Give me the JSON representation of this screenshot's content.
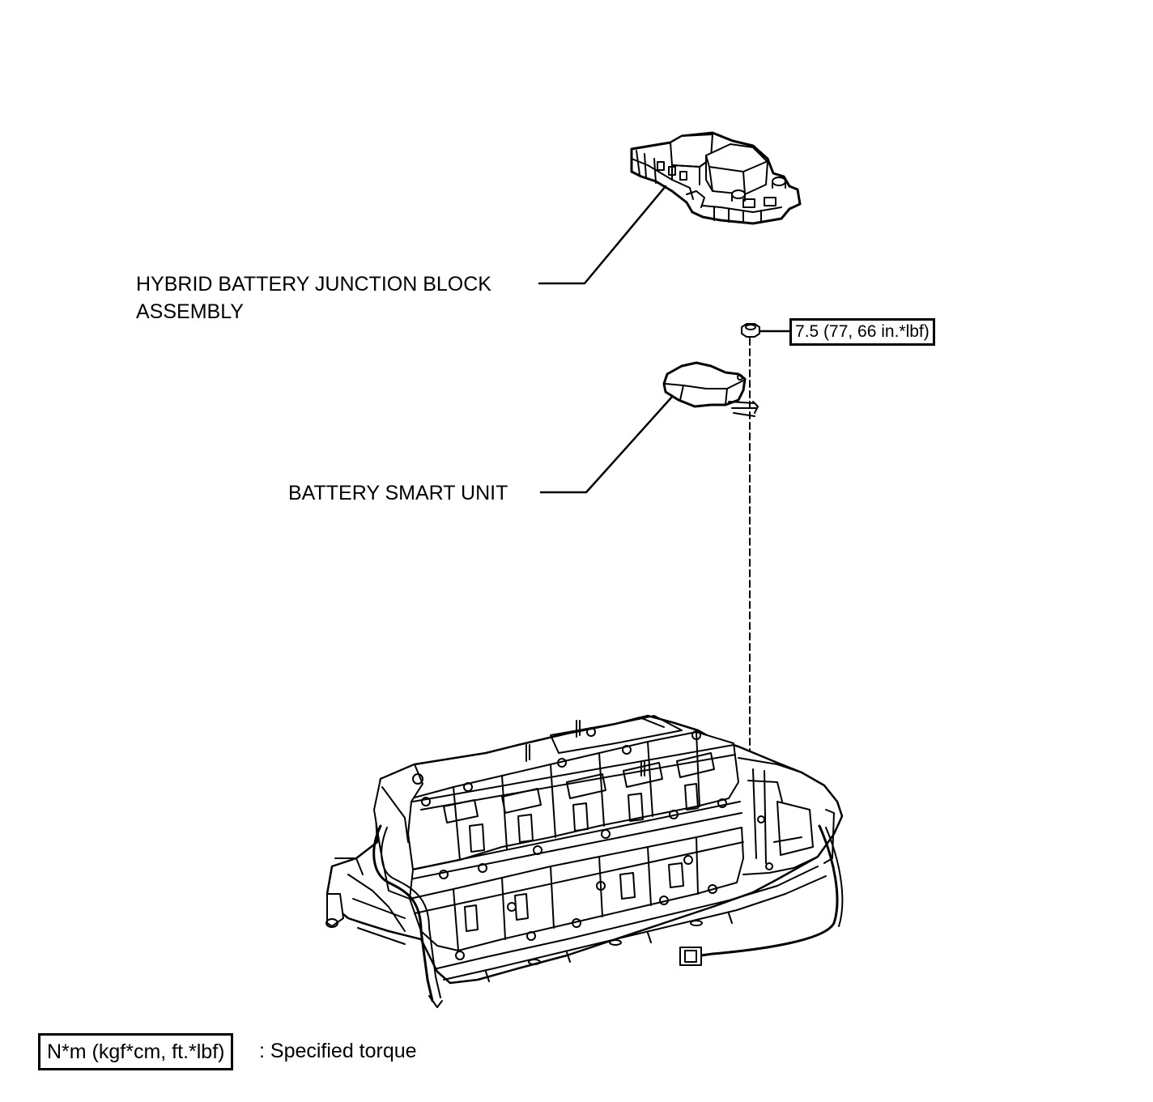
{
  "labels": {
    "junction_block_line1": "HYBRID BATTERY JUNCTION BLOCK",
    "junction_block_line2": "ASSEMBLY",
    "smart_unit": "BATTERY SMART UNIT"
  },
  "torque_callout": "7.5 (77, 66 in.*lbf)",
  "legend": {
    "unit_box": "N*m (kgf*cm, ft.*lbf)",
    "description": ": Specified torque"
  },
  "colors": {
    "line": "#000000",
    "background": "#ffffff"
  }
}
